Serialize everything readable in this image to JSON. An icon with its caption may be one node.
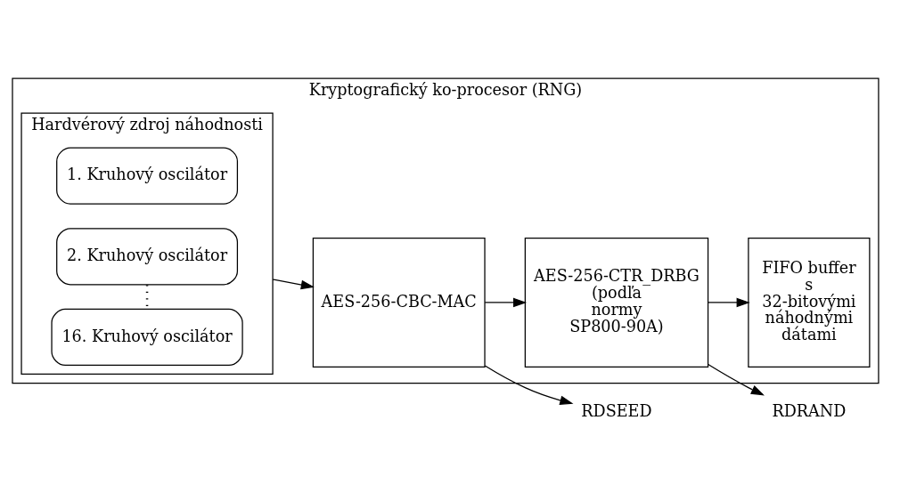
{
  "diagram": {
    "nodes": [
      {
        "text": [
          "Kryptografický ko-procesor (RNG)"
        ]
      },
      {
        "text": [
          "Hardvérový zdroj náhodnosti"
        ],
        "in": 0
      },
      {
        "text": [
          "1. Kruhový oscilátor"
        ],
        "in": 1
      },
      {
        "text": [
          "2. Kruhový oscilátor"
        ],
        "in": 1
      },
      {
        "text": [
          "16. Kruhový oscilátor"
        ],
        "in": 1
      },
      {
        "text": [
          "AES-256-CBC-MAC"
        ],
        "in": 0
      },
      {
        "text": [
          "AES-256-CTR_DRBG (podľa normy SP800-90A)"
        ],
        "in": 0
      },
      {
        "text": [
          "FIFO buffer s 32-bitovými náhodnými dátami"
        ],
        "in": 0
      },
      {
        "text": [
          "RDSEED"
        ]
      },
      {
        "text": [
          "RDRAND"
        ]
      }
    ],
    "edges": [
      {
        "from": 3,
        "to": 4,
        "arrow": "none",
        "style": "dashed"
      },
      {
        "from": 1,
        "to": 5,
        "arrow": "to"
      },
      {
        "from": 5,
        "to": 6,
        "arrow": "to"
      },
      {
        "from": 5,
        "to": 8,
        "arrow": "to"
      },
      {
        "from": 6,
        "to": 7,
        "arrow": "to"
      },
      {
        "from": 6,
        "to": 9,
        "arrow": "to"
      }
    ]
  }
}
